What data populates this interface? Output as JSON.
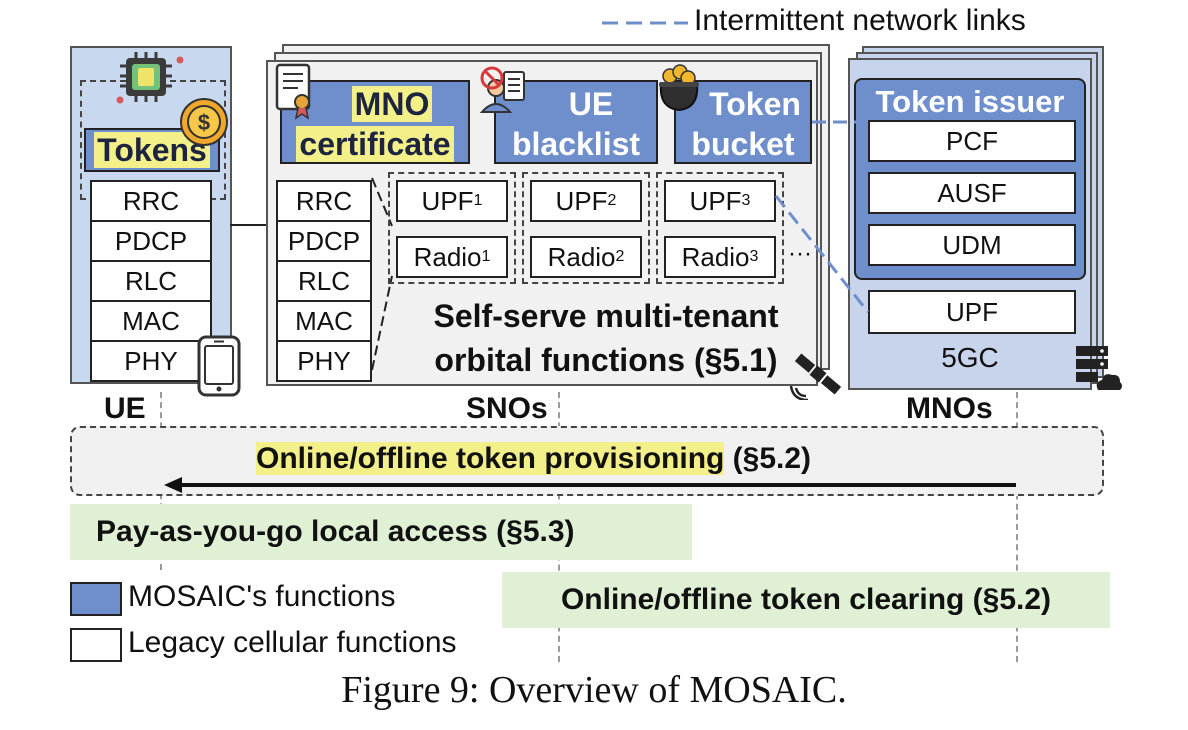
{
  "legend_top": {
    "label": "Intermittent network links"
  },
  "ue": {
    "tokens_label": "Tokens",
    "stack": [
      "RRC",
      "PDCP",
      "RLC",
      "MAC",
      "PHY"
    ],
    "footer_label": "UE"
  },
  "sno": {
    "mno_certificate_line1": "MNO",
    "mno_certificate_line2": "certificate",
    "ue_blacklist_line1": "UE",
    "ue_blacklist_line2": "blacklist",
    "token_bucket_line1": "Token",
    "token_bucket_line2": "bucket",
    "stack": [
      "RRC",
      "PDCP",
      "RLC",
      "MAC",
      "PHY"
    ],
    "tenants": [
      {
        "upf": "UPF",
        "upf_sub": "1",
        "radio": "Radio",
        "radio_sub": "1"
      },
      {
        "upf": "UPF",
        "upf_sub": "2",
        "radio": "Radio",
        "radio_sub": "2"
      },
      {
        "upf": "UPF",
        "upf_sub": "3",
        "radio": "Radio",
        "radio_sub": "3"
      }
    ],
    "ellipsis": "···",
    "caption_line1": "Self-serve multi-tenant",
    "caption_line2": "orbital functions (§5.1)",
    "footer_label": "SNOs"
  },
  "mno": {
    "token_issuer_label": "Token issuer",
    "issuer_functions": [
      "PCF",
      "AUSF",
      "UDM"
    ],
    "upf_label": "UPF",
    "core_label": "5GC",
    "footer_label": "MNOs"
  },
  "flows": {
    "provisioning_main": "Online/offline token provisioning",
    "provisioning_ref": " (§5.2)",
    "local_access": "Pay-as-you-go local access (§5.3)",
    "clearing": "Online/offline token clearing (§5.2)"
  },
  "legend": {
    "mosaic_label": "MOSAIC's functions",
    "legacy_label": "Legacy cellular functions"
  },
  "caption": "Figure 9: Overview of MOSAIC.",
  "colors": {
    "mosaic_blue": "#6f8fcc",
    "highlight_yellow": "#f3f08a",
    "highlight_green": "#dff0d4",
    "ue_panel": "#c8d9ef",
    "link_dash": "#6f8fcc"
  }
}
